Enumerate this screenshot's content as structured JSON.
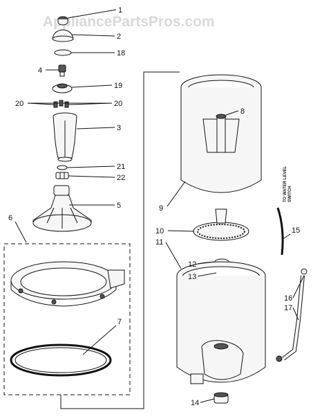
{
  "watermark": "AppliancePartsPros.com",
  "side_label_lines": [
    "TO WATER LEVEL",
    "SWITCH"
  ],
  "labels": {
    "p1": "1",
    "p2": "2",
    "p18": "18",
    "p4": "4",
    "p19": "19",
    "p20a": "20",
    "p20b": "20",
    "p3": "3",
    "p21": "21",
    "p22": "22",
    "p5": "5",
    "p6": "6",
    "p7": "7",
    "p8": "8",
    "p9": "9",
    "p10": "10",
    "p11": "11",
    "p12": "12",
    "p13": "13",
    "p14": "14",
    "p15": "15",
    "p16": "16",
    "p17": "17"
  }
}
